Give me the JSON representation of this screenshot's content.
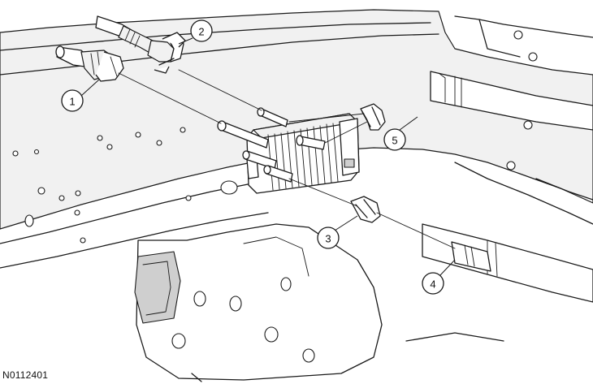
{
  "figure_id": "N0112401",
  "callouts": [
    {
      "number": "1",
      "part": "left-quick-connect-fitting"
    },
    {
      "number": "2",
      "part": "upper-hose-clamp"
    },
    {
      "number": "3",
      "part": "lower-hose-clamp"
    },
    {
      "number": "4",
      "part": "lower-cooler-hose"
    },
    {
      "number": "5",
      "part": "upper-tube-clip"
    }
  ]
}
